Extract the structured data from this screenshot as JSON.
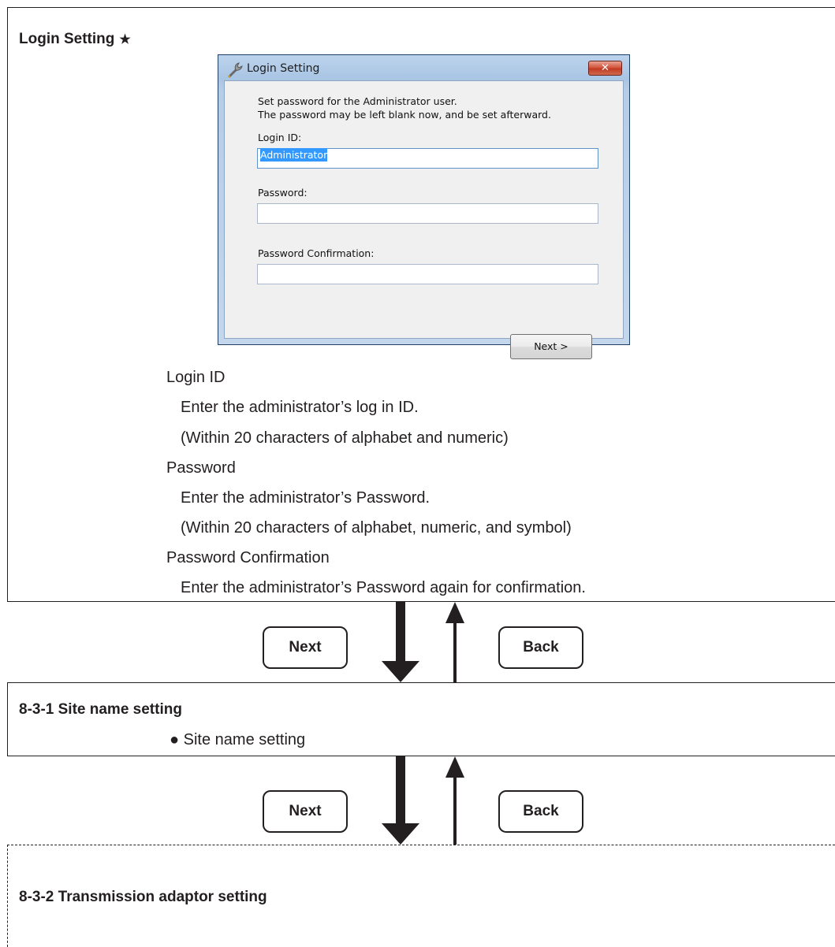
{
  "section1": {
    "title": "Login Setting",
    "star": "★",
    "dialog": {
      "title": "Login Setting",
      "close_label": "✕",
      "instruction_line1": "Set password for the Administrator user.",
      "instruction_line2": "The password may be left blank now, and be set afterward.",
      "login_id_label": "Login ID:",
      "login_id_value": "Administrator",
      "password_label": "Password:",
      "password_value": "",
      "confirm_label": "Password Confirmation:",
      "confirm_value": "",
      "next_button": "Next >"
    },
    "descriptions": [
      "Login ID",
      "Enter the administrator’s log in ID.",
      "(Within 20 characters of alphabet and numeric)",
      "Password",
      "Enter the administrator’s Password.",
      "(Within 20 characters of alphabet, numeric, and symbol)",
      "Password Confirmation",
      "Enter the administrator’s Password again for confirmation."
    ]
  },
  "nav1": {
    "next_label": "Next",
    "back_label": "Back"
  },
  "section2": {
    "title": "8-3-1 Site name setting",
    "bullet": "●  Site name setting"
  },
  "nav2": {
    "next_label": "Next",
    "back_label": "Back"
  },
  "section3": {
    "title": "8-3-2 Transmission adaptor setting"
  }
}
